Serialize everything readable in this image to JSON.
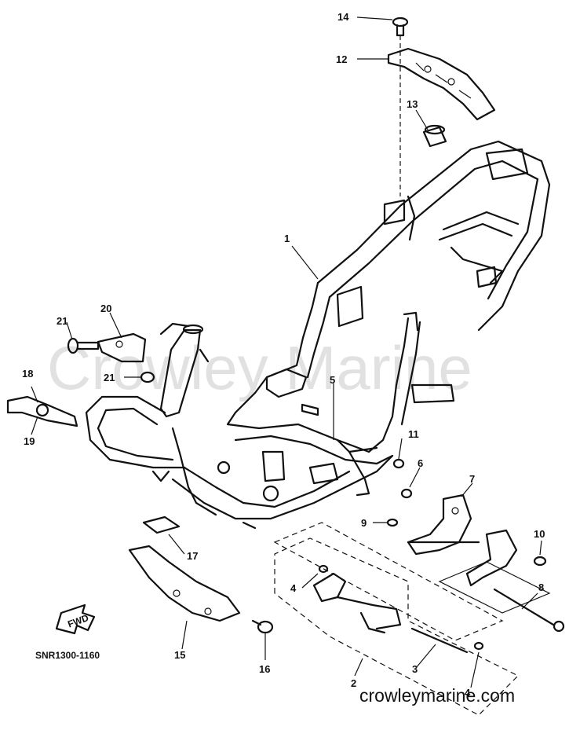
{
  "diagram": {
    "watermark": "Crowley Marine",
    "part_code": "SNR1300-1160",
    "fwd_label": "FWD",
    "footer": "crowleymarine.com",
    "callouts": [
      {
        "id": "c1",
        "label": "1"
      },
      {
        "id": "c2",
        "label": "2"
      },
      {
        "id": "c3",
        "label": "3"
      },
      {
        "id": "c4a",
        "label": "4"
      },
      {
        "id": "c4b",
        "label": "4"
      },
      {
        "id": "c5",
        "label": "5"
      },
      {
        "id": "c6",
        "label": "6"
      },
      {
        "id": "c7",
        "label": "7"
      },
      {
        "id": "c8",
        "label": "8"
      },
      {
        "id": "c9",
        "label": "9"
      },
      {
        "id": "c10",
        "label": "10"
      },
      {
        "id": "c11",
        "label": "11"
      },
      {
        "id": "c12",
        "label": "12"
      },
      {
        "id": "c13",
        "label": "13"
      },
      {
        "id": "c14",
        "label": "14"
      },
      {
        "id": "c15",
        "label": "15"
      },
      {
        "id": "c16",
        "label": "16"
      },
      {
        "id": "c17",
        "label": "17"
      },
      {
        "id": "c18",
        "label": "18"
      },
      {
        "id": "c19",
        "label": "19"
      },
      {
        "id": "c20",
        "label": "20"
      },
      {
        "id": "c21a",
        "label": "21"
      },
      {
        "id": "c21b",
        "label": "21"
      }
    ]
  }
}
